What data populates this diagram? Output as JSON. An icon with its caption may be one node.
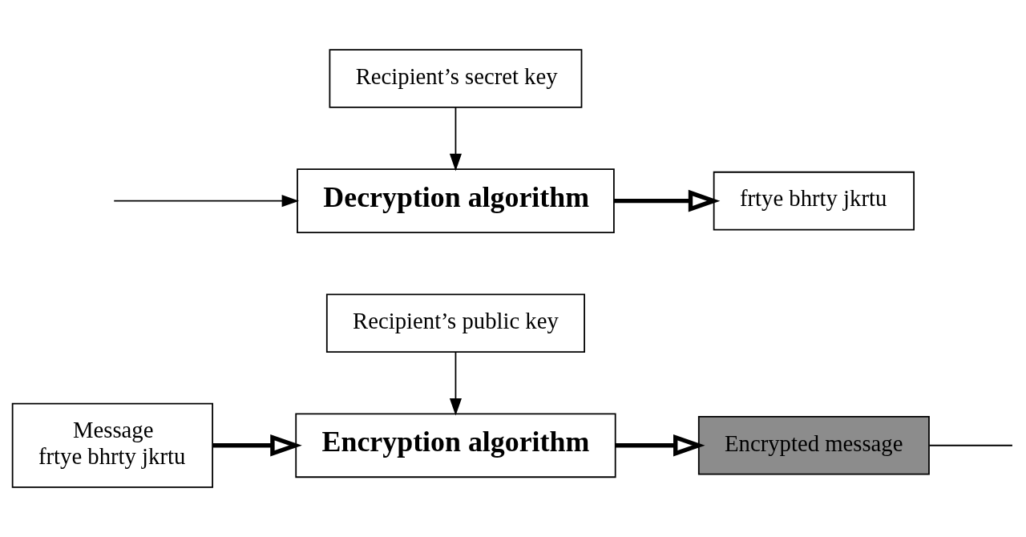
{
  "diagram": {
    "nodes": [
      {
        "text": [
          "Message",
          "frtye bhrty jkrtu"
        ]
      },
      {
        "text": [
          "Recipient’s public key"
        ]
      },
      {
        "text": [
          "Encryption algorithm"
        ]
      },
      {
        "text": [
          "Encrypted message"
        ]
      },
      {
        "text": [
          "Recipient’s secret key"
        ]
      },
      {
        "text": [
          "frtye bhrty jkrtu"
        ]
      },
      {
        "text": [
          "Decryption algorithm"
        ]
      }
    ],
    "edges": [
      {
        "from": 0,
        "to": 2,
        "arrow": "to",
        "style": "thick"
      },
      {
        "from": 1,
        "to": 2,
        "arrow": "to"
      },
      {
        "from": 2,
        "to": 3,
        "arrow": "to",
        "style": "thick"
      },
      {
        "from": 3,
        "to": null,
        "arrow": "none"
      },
      {
        "from": null,
        "to": 6,
        "arrow": "to"
      },
      {
        "from": 4,
        "to": 6,
        "arrow": "to"
      },
      {
        "from": 6,
        "to": 5,
        "arrow": "to",
        "style": "thick"
      }
    ]
  }
}
